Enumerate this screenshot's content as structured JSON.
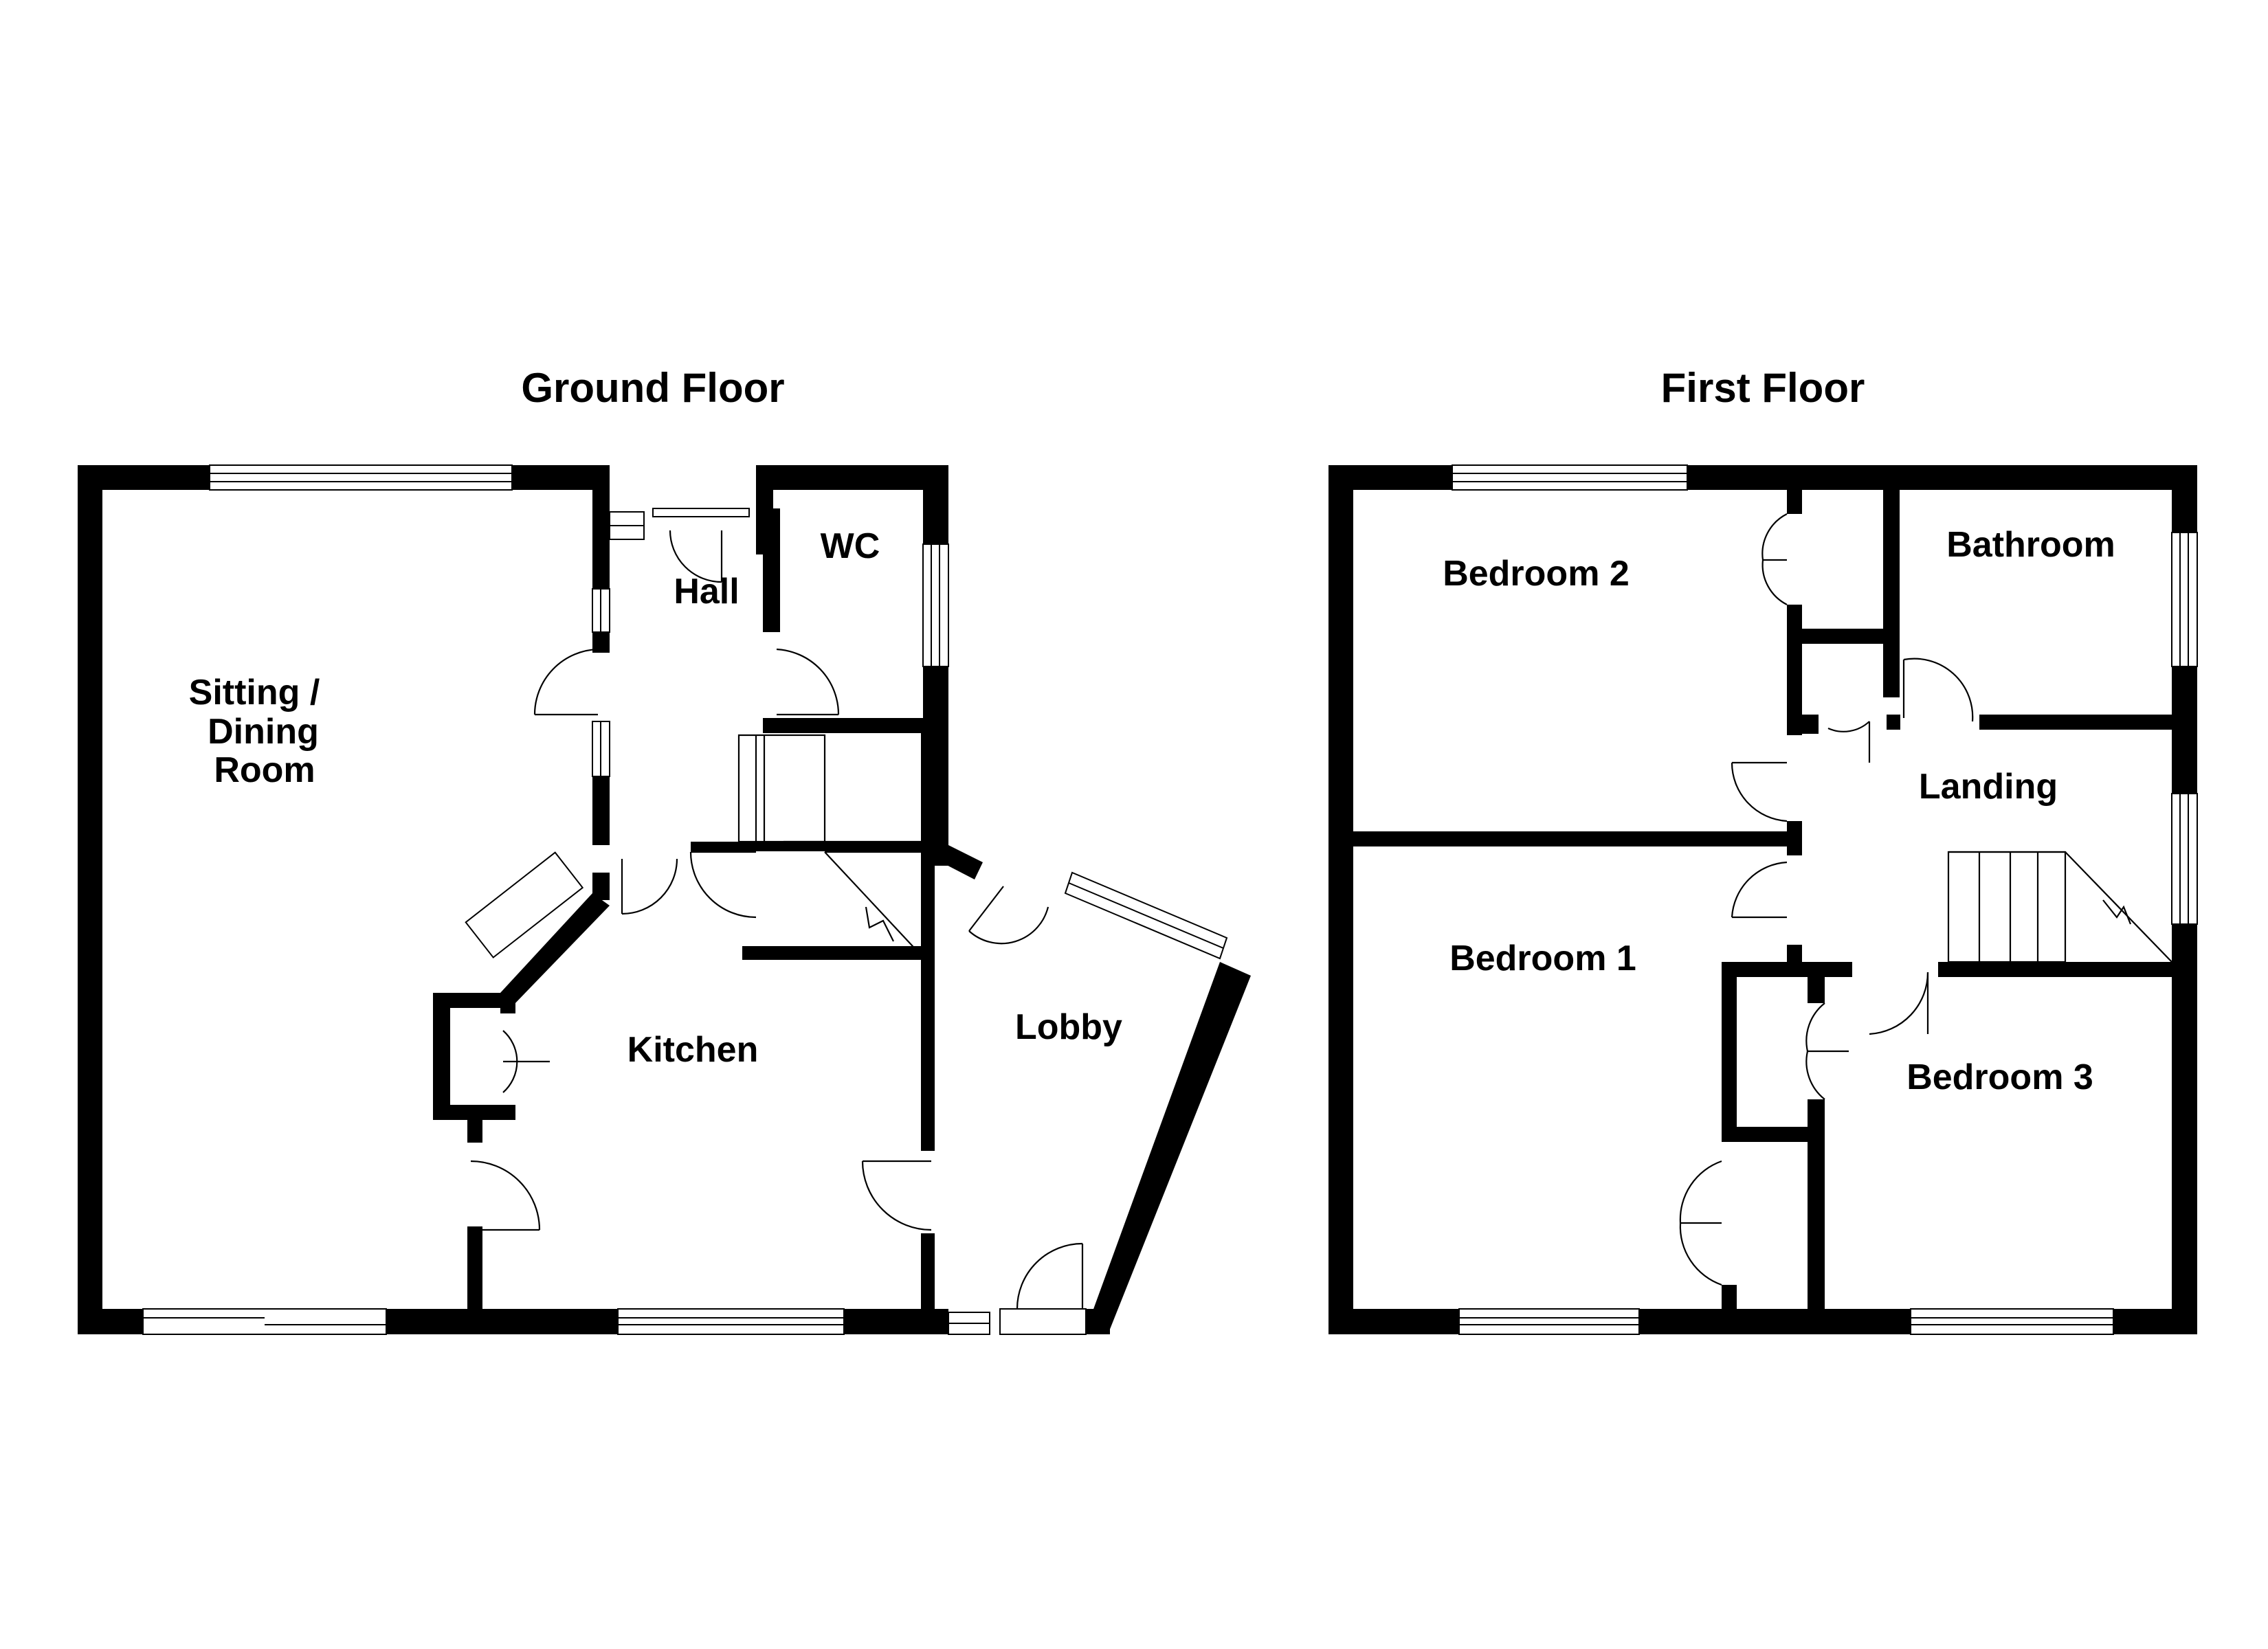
{
  "floors": {
    "ground": {
      "title": "Ground Floor",
      "rooms": {
        "sitting_line1": "Sitting /",
        "sitting_line2": "Dining",
        "sitting_line3": "Room",
        "hall": "Hall",
        "wc": "WC",
        "kitchen": "Kitchen",
        "lobby": "Lobby"
      }
    },
    "first": {
      "title": "First Floor",
      "rooms": {
        "bedroom2": "Bedroom 2",
        "bathroom": "Bathroom",
        "landing": "Landing",
        "bedroom1": "Bedroom 1",
        "bedroom3": "Bedroom 3"
      }
    }
  },
  "colors": {
    "wall": "#000000",
    "background": "#ffffff"
  }
}
